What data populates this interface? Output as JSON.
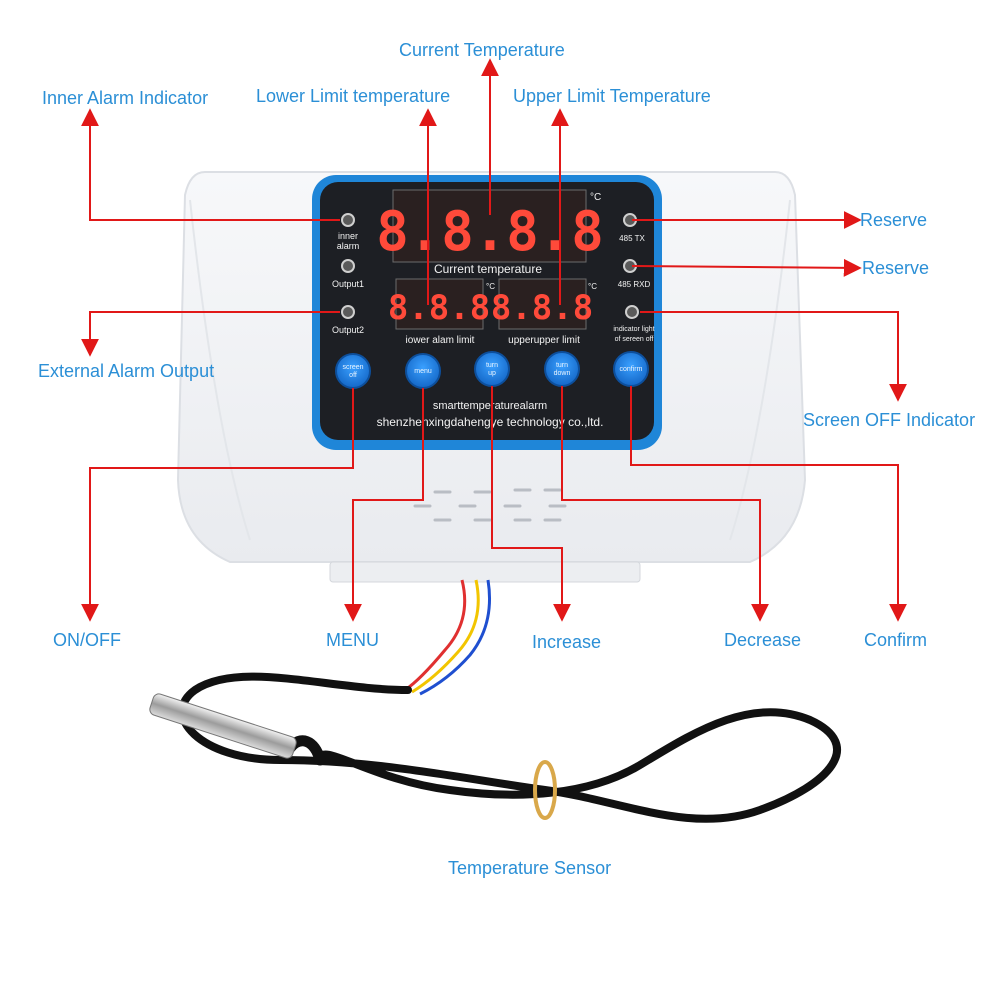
{
  "callouts": {
    "current_temperature": "Current Temperature",
    "inner_alarm_indicator": "Inner Alarm Indicator",
    "lower_limit_temperature": "Lower Limit temperature",
    "upper_limit_temperature": "Upper Limit  Temperature",
    "reserve_1": "Reserve",
    "reserve_2": "Reserve",
    "external_alarm_output": "External Alarm Output",
    "screen_off_indicator": "Screen OFF Indicator",
    "on_off": "ON/OFF",
    "menu": "MENU",
    "increase": "Increase",
    "decrease": "Decrease",
    "confirm": "Confirm",
    "temperature_sensor": "Temperature Sensor"
  },
  "panel": {
    "inner_alarm": "inner alarm",
    "inner_alarm_line1": "inner",
    "inner_alarm_line2": "alarm",
    "output1": "Output1",
    "output2": "Output2",
    "current_temperature": "Current temperature",
    "lower_limit": "iower alam limit",
    "upper_limit": "upperupper  limit",
    "tx": "485  TX",
    "rxd": "485  RXD",
    "indicator_light_line1": "indicator   light",
    "indicator_light_line2": "of sereen  off",
    "degree_unit": "°C",
    "main_digits": "8.8.8.8",
    "lower_digits": "8.8.8",
    "upper_digits": "8.8.8",
    "brand_line1": "smarttemperaturealarm",
    "brand_line2": "shenzhenxingdahengye technology co.,ltd."
  },
  "buttons": {
    "screen_off_line1": "screen",
    "screen_off_line2": "off",
    "menu": "menu",
    "turn_up_line1": "turn",
    "turn_up_line2": "up",
    "turn_down_line1": "turn",
    "turn_down_line2": "down",
    "confirm": "confirm"
  },
  "colors": {
    "callout_text": "#2b8fd6",
    "arrow": "#e11818",
    "panel_border": "#1f86d8",
    "panel_face": "#1d1f24",
    "button": "#1f7fe0",
    "segment_red": "#ff4a3a",
    "housing": "#f4f5f7"
  },
  "icons": {
    "arrow": "arrowhead-icon",
    "led": "led-indicator-icon"
  }
}
